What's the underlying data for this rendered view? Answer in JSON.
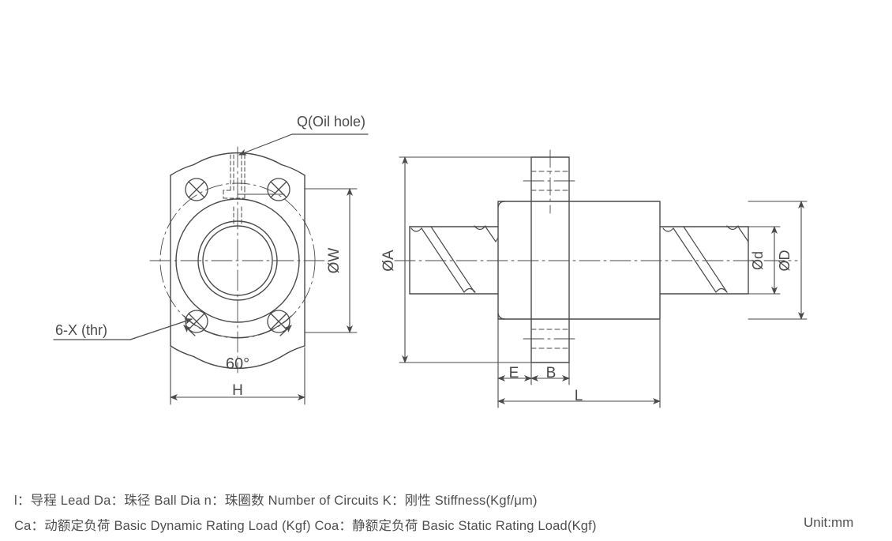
{
  "drawing": {
    "title": "Ball Screw Nut Flange Technical Drawing",
    "line_color": "#4a4a4a",
    "background": "#ffffff",
    "labels": {
      "oil_hole": "Q(Oil hole)",
      "thread_holes": "6-X (thr)",
      "angle": "60°",
      "flange_height": "H",
      "flange_bolt_circle": "ØW",
      "nut_outer_dia": "ØA",
      "screw_root_dia": "Ød",
      "screw_outer_dia": "ØD",
      "dim_e": "E",
      "dim_b": "B",
      "dim_l": "L"
    }
  },
  "legend": {
    "line1": "l：导程  Lead   Da：珠径 Ball Dia   n：珠圈数 Number of Circuits   K：刚性 Stiffness(Kgf/μm)",
    "line2": "Ca：动额定负荷 Basic Dynamic Rating Load (Kgf)    Coa：静额定负荷 Basic Static Rating Load(Kgf)",
    "unit": "Unit:mm"
  }
}
